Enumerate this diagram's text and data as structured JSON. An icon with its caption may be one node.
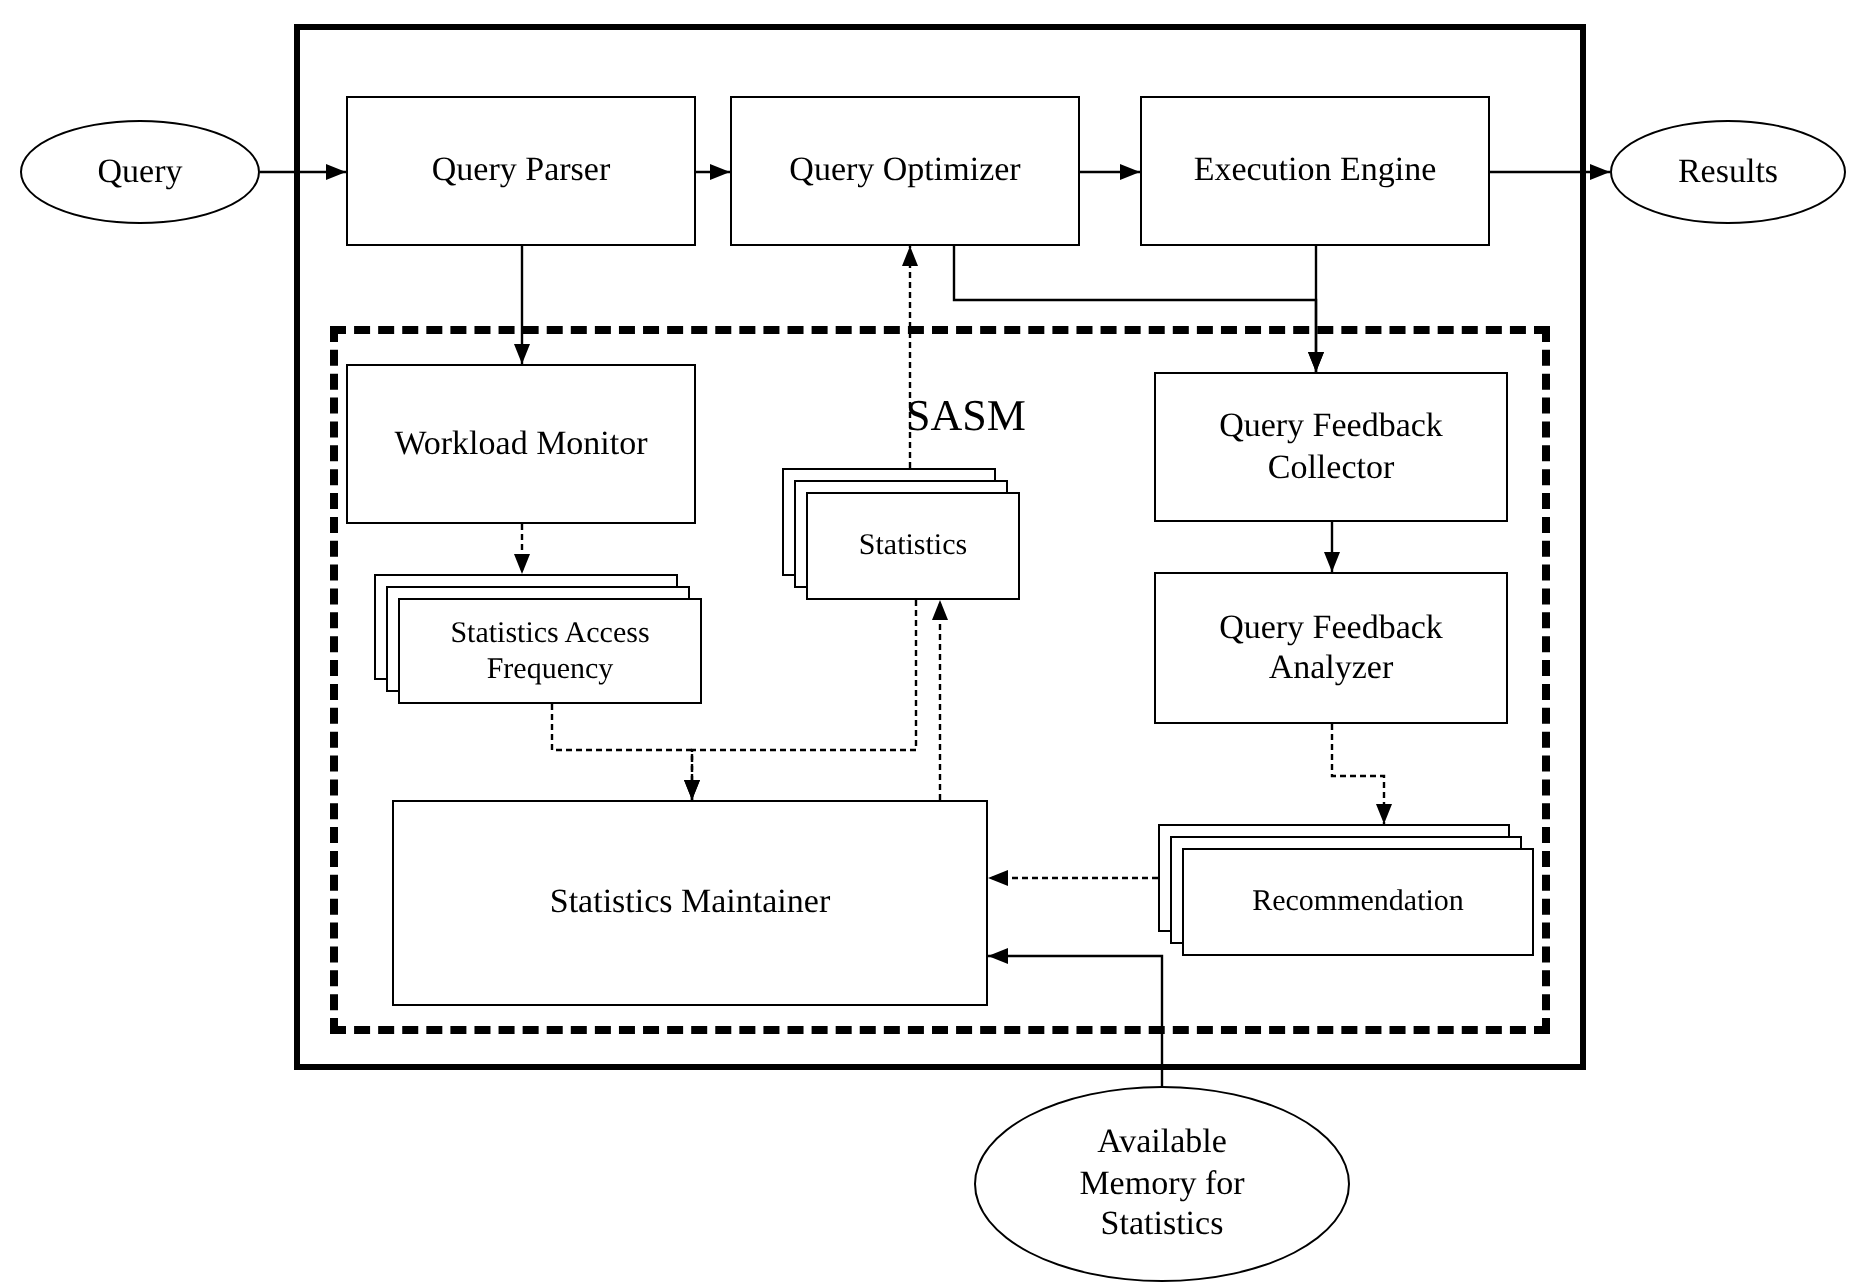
{
  "diagram": {
    "nodes": [
      {
        "text": [],
        "shape": "box"
      },
      {
        "text": [
          "Query"
        ]
      },
      {
        "text": [
          "Query Parser"
        ],
        "in": 0
      },
      {
        "text": [
          "Query Optimizer"
        ],
        "in": 0
      },
      {
        "text": [
          "Execution Engine"
        ],
        "in": 0
      },
      {
        "text": [
          "Results"
        ]
      },
      {
        "text": [
          "SASM"
        ],
        "in": 0
      },
      {
        "text": [
          "Workload Monitor"
        ],
        "in": 6
      },
      {
        "text": [
          "Statistics"
        ],
        "in": 6
      },
      {
        "text": [
          "Query Feedback Collector"
        ],
        "in": 6
      },
      {
        "text": [
          "Statistics Access Frequency"
        ],
        "in": 6
      },
      {
        "text": [
          "Query Feedback Analyzer"
        ],
        "in": 6
      },
      {
        "text": [
          "Statistics Maintainer"
        ],
        "in": 6
      },
      {
        "text": [
          "Recommendation"
        ],
        "in": 6
      },
      {
        "text": [
          "Available Memory for Statistics"
        ]
      }
    ],
    "edges": [
      {
        "from": 1,
        "to": 2,
        "arrow": "to"
      },
      {
        "from": 2,
        "to": 3,
        "arrow": "to"
      },
      {
        "from": 3,
        "to": 4,
        "arrow": "to"
      },
      {
        "from": 4,
        "to": 5,
        "arrow": "to"
      },
      {
        "from": 2,
        "to": 7,
        "arrow": "to"
      },
      {
        "from": 3,
        "to": 9,
        "arrow": "to"
      },
      {
        "from": 4,
        "to": 9,
        "arrow": "to"
      },
      {
        "from": 8,
        "to": 3,
        "arrow": "to",
        "style": "dashed"
      },
      {
        "from": 7,
        "to": 10,
        "arrow": "to",
        "style": "dashed"
      },
      {
        "from": 10,
        "to": 12,
        "arrow": "to",
        "style": "dashed"
      },
      {
        "from": 8,
        "to": 12,
        "arrow": "to",
        "style": "dashed"
      },
      {
        "from": 12,
        "to": 8,
        "arrow": "to",
        "style": "dashed"
      },
      {
        "from": 9,
        "to": 11,
        "arrow": "to"
      },
      {
        "from": 11,
        "to": 13,
        "arrow": "to",
        "style": "dashed"
      },
      {
        "from": 13,
        "to": 12,
        "arrow": "to",
        "style": "dashed"
      },
      {
        "from": 14,
        "to": 12,
        "arrow": "to"
      }
    ]
  }
}
